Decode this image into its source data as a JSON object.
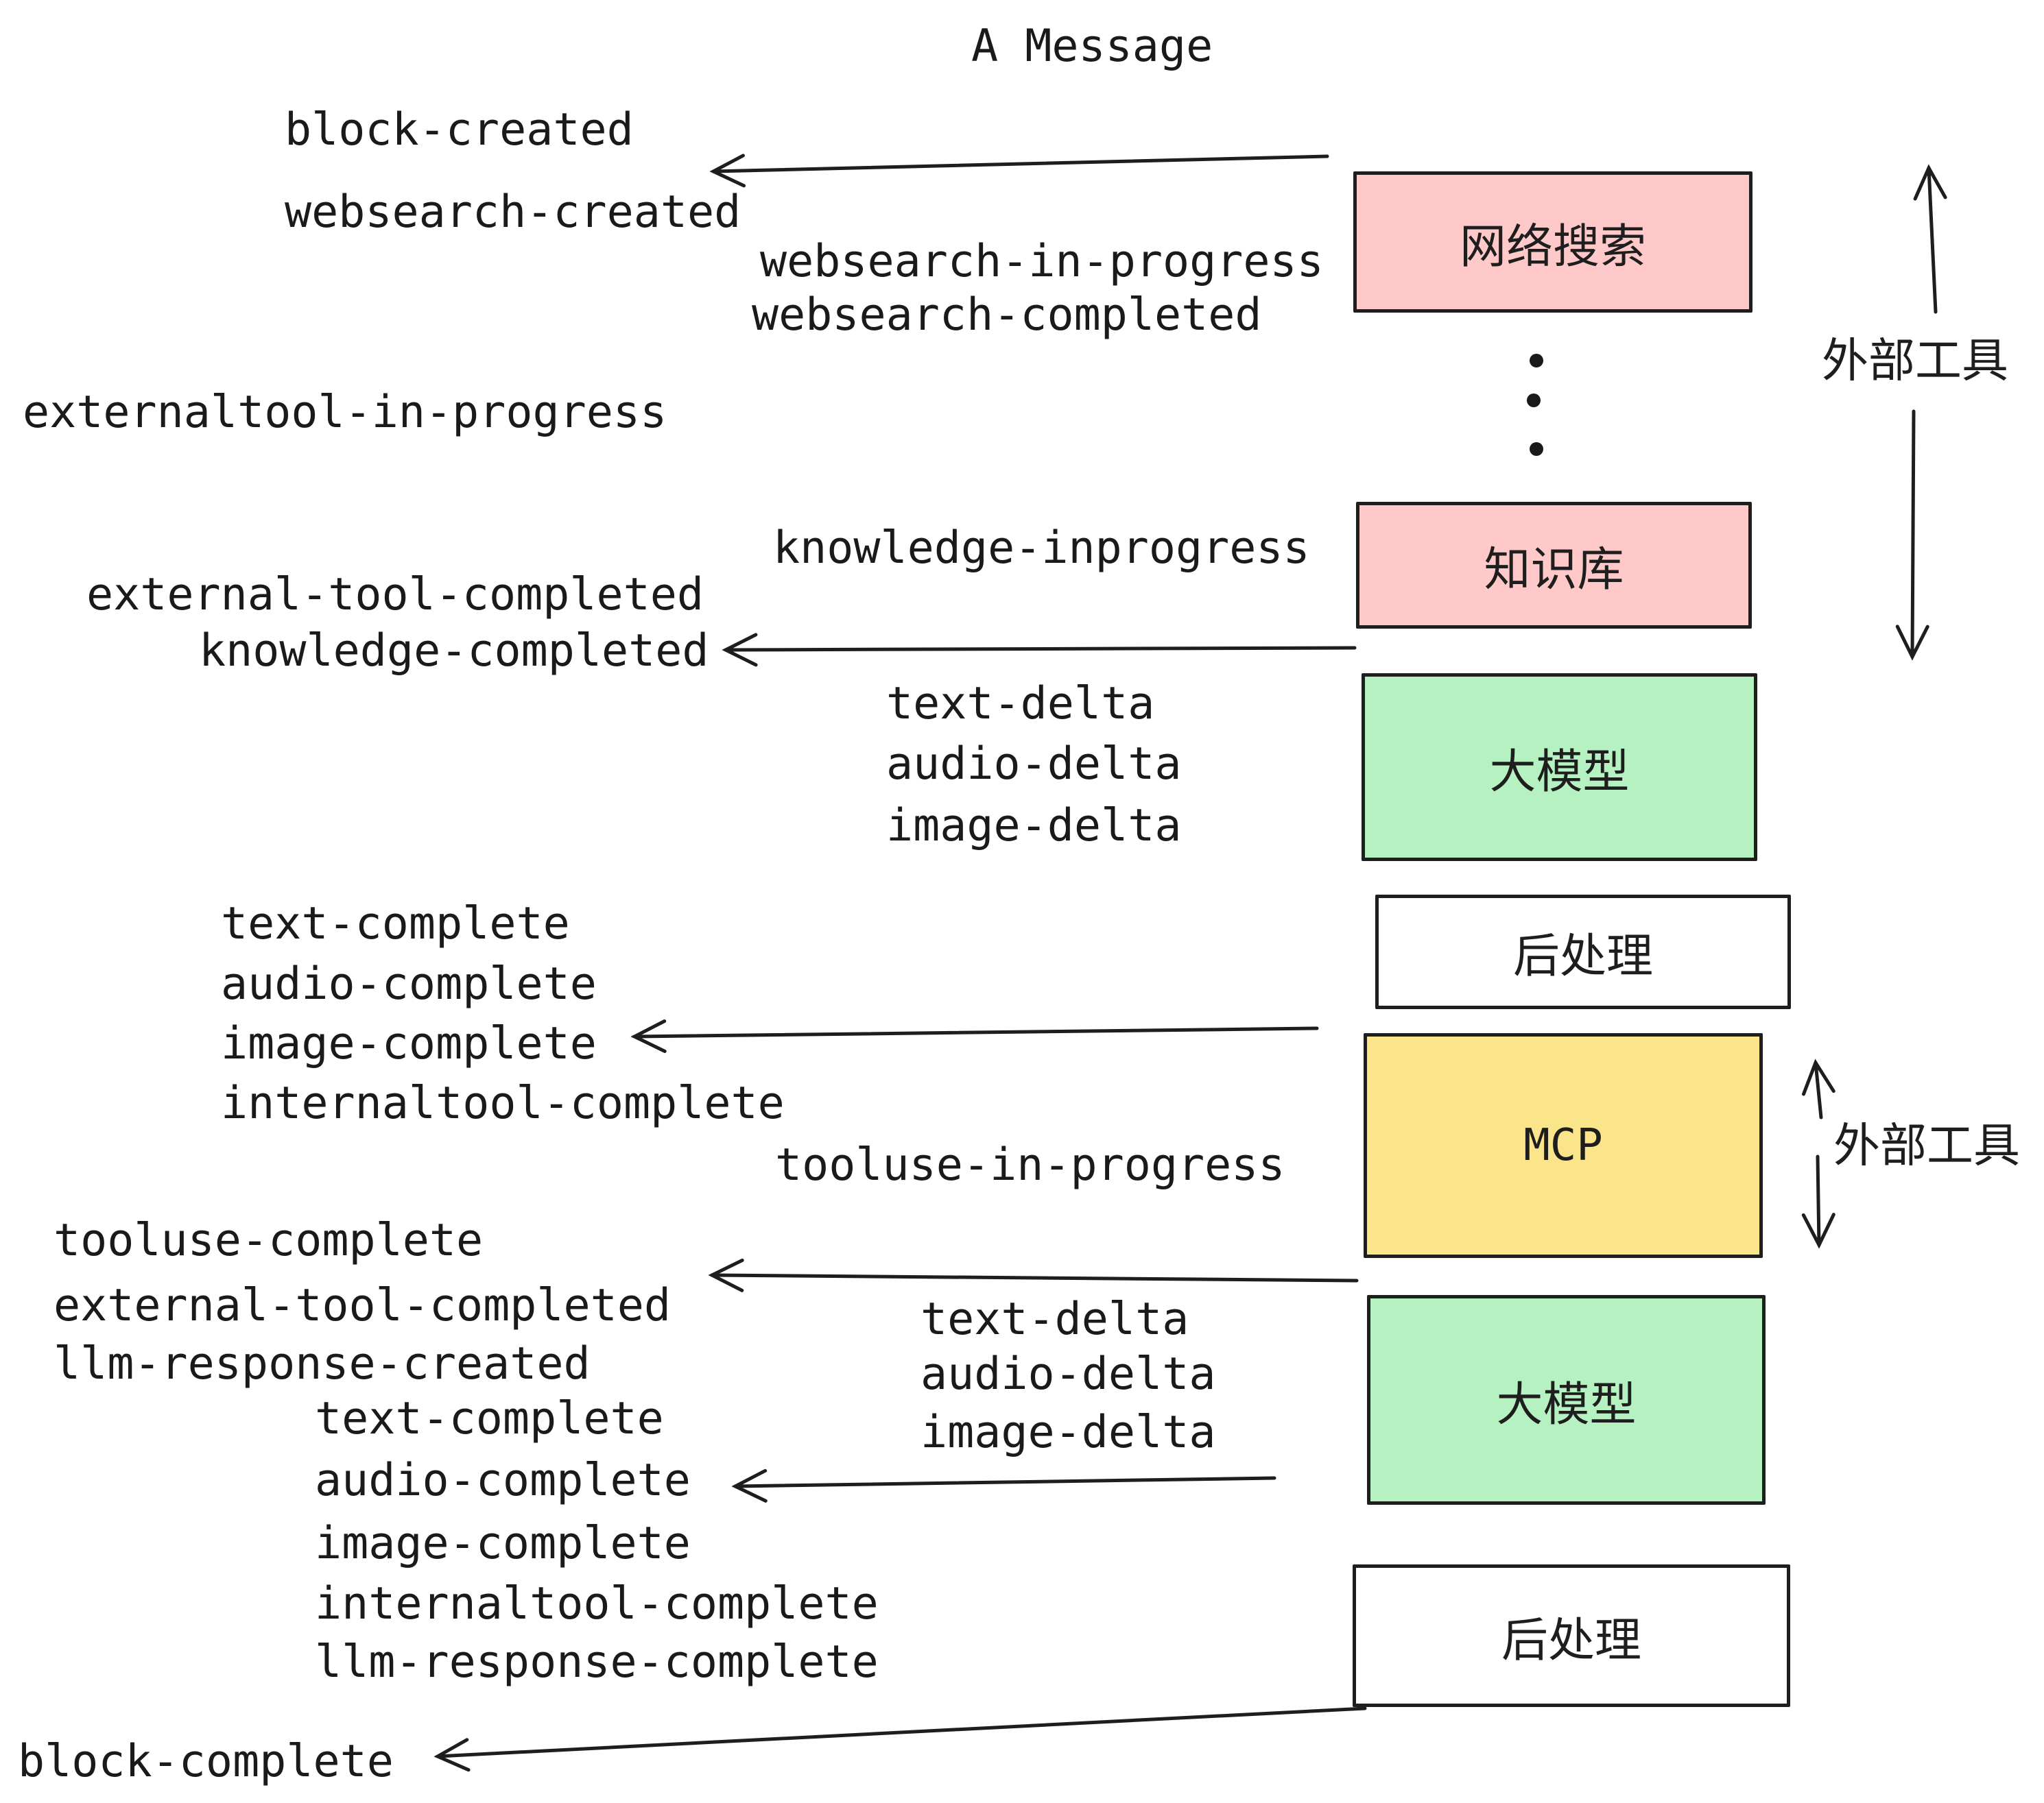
{
  "diagram": {
    "title": "A Message",
    "boxes": {
      "websearch": "网络搜索",
      "knowledge": "知识库",
      "llm": "大模型",
      "postprocess": "后处理",
      "mcp": "MCP"
    },
    "side_annotations": {
      "external_tools": "外部工具"
    },
    "events": {
      "block_created": "block-created",
      "websearch_created": "websearch-created",
      "websearch_in_progress": "websearch-in-progress",
      "websearch_completed": "websearch-completed",
      "externaltool_in_progress": "externaltool-in-progress",
      "knowledge_inprogress": "knowledge-inprogress",
      "external_tool_completed": "external-tool-completed",
      "knowledge_completed": "knowledge-completed",
      "text_delta": "text-delta",
      "audio_delta": "audio-delta",
      "image_delta": "image-delta",
      "text_complete": "text-complete",
      "audio_complete": "audio-complete",
      "image_complete": "image-complete",
      "internaltool_complete": "internaltool-complete",
      "tooluse_in_progress": "tooluse-in-progress",
      "tooluse_complete": "tooluse-complete",
      "llm_response_created": "llm-response-created",
      "llm_response_complete": "llm-response-complete",
      "block_complete": "block-complete"
    },
    "colors": {
      "pink": "#FFC9C9",
      "green": "#B6F2C1",
      "yellow": "#FAE58B",
      "white": "#FFFFFF",
      "stroke": "#1E1E1E"
    }
  }
}
